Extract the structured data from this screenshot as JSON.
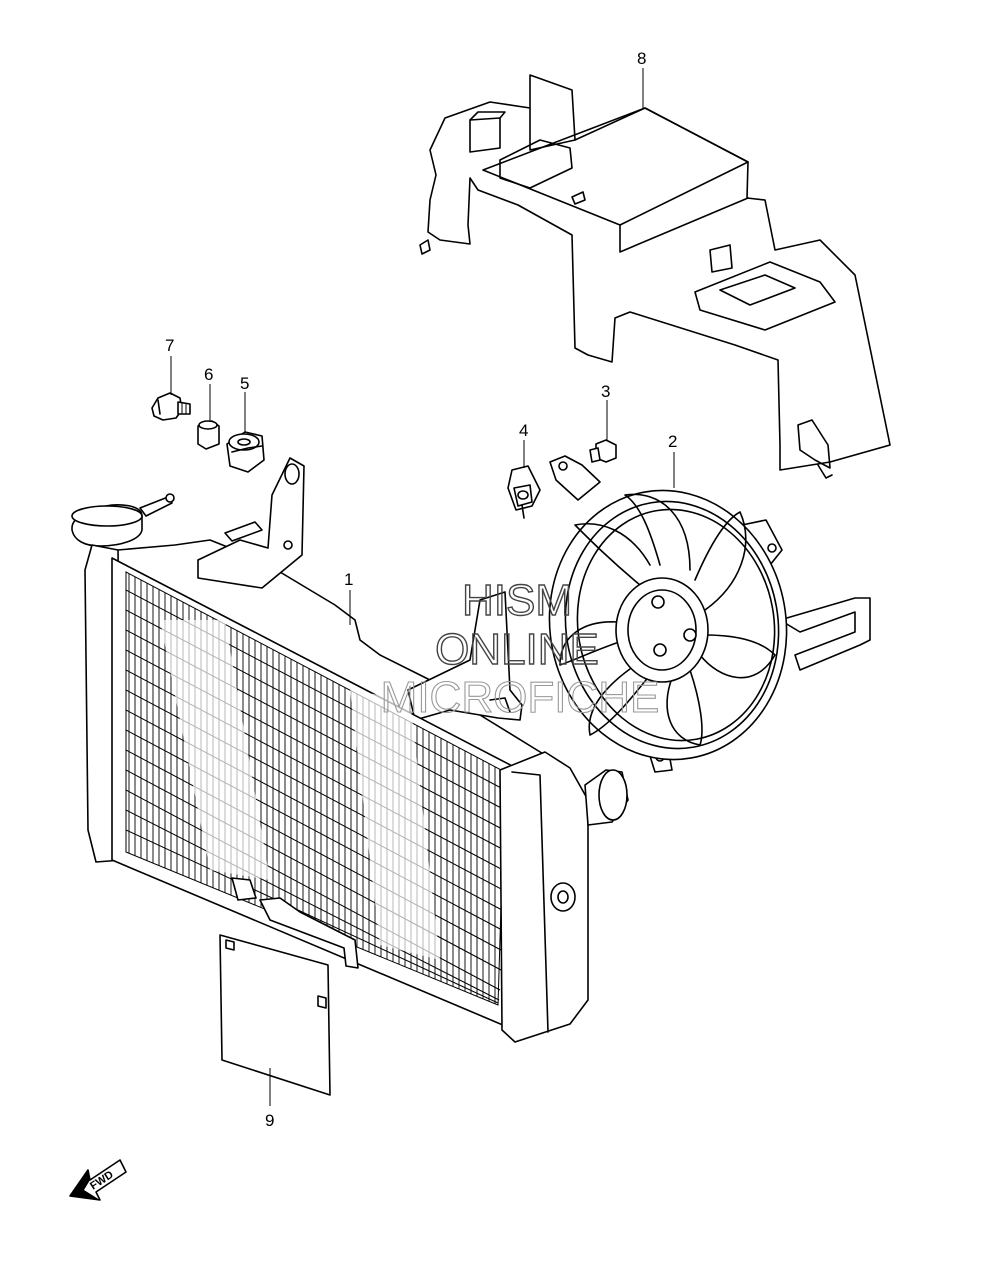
{
  "callouts": {
    "c1": "1",
    "c2": "2",
    "c3": "3",
    "c4": "4",
    "c5": "5",
    "c6": "6",
    "c7": "7",
    "c8": "8",
    "c9": "9"
  },
  "watermark": {
    "line1": "HISM",
    "line2": "ONLINE",
    "line3": "MICROFICHE"
  },
  "direction_label": "FWD"
}
